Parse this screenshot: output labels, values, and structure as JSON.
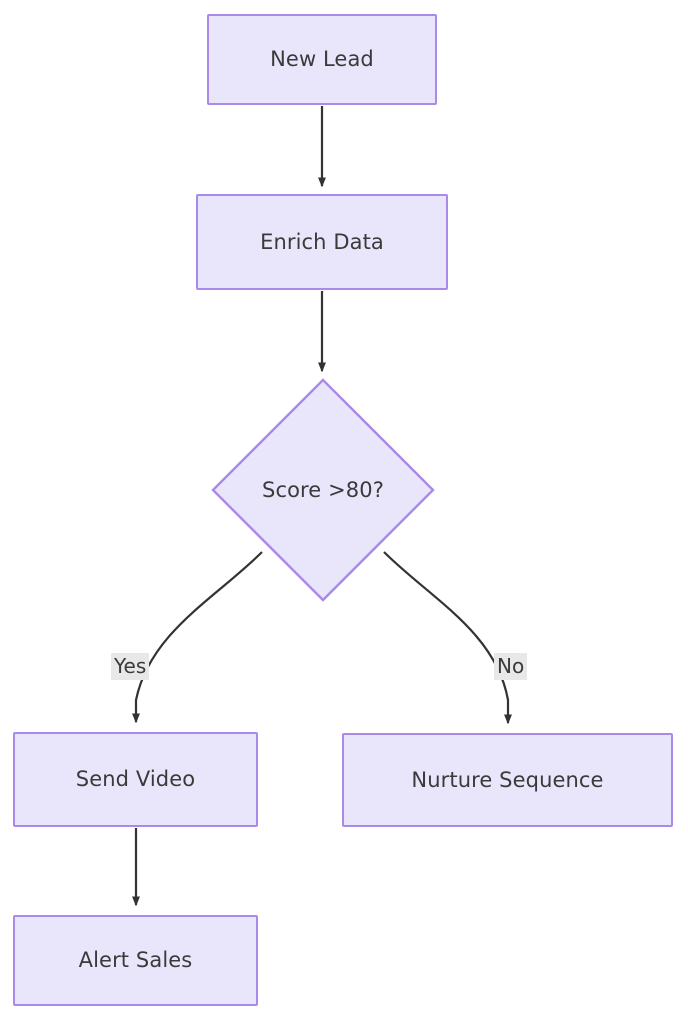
{
  "diagram": {
    "type": "flowchart",
    "direction": "top-down",
    "title": "",
    "background_color": "#ffffff",
    "node_fill_color": "#e9e6fb",
    "node_border_color": "#a98ae8",
    "node_text_color": "#3a3a3a",
    "edge_color": "#333333",
    "edge_label_background": "#e8e8e8",
    "nodes": [
      {
        "id": "new-lead",
        "label": "New Lead",
        "shape": "rectangle"
      },
      {
        "id": "enrich-data",
        "label": "Enrich Data",
        "shape": "rectangle"
      },
      {
        "id": "score-check",
        "label": "Score >80?",
        "shape": "diamond"
      },
      {
        "id": "send-video",
        "label": "Send Video",
        "shape": "rectangle"
      },
      {
        "id": "nurture-sequence",
        "label": "Nurture Sequence",
        "shape": "rectangle"
      },
      {
        "id": "alert-sales",
        "label": "Alert Sales",
        "shape": "rectangle"
      }
    ],
    "edges": [
      {
        "id": "e1",
        "from": "new-lead",
        "to": "enrich-data",
        "label": ""
      },
      {
        "id": "e2",
        "from": "enrich-data",
        "to": "score-check",
        "label": ""
      },
      {
        "id": "e3",
        "from": "score-check",
        "to": "send-video",
        "label": "Yes"
      },
      {
        "id": "e4",
        "from": "score-check",
        "to": "nurture-sequence",
        "label": "No"
      },
      {
        "id": "e5",
        "from": "send-video",
        "to": "alert-sales",
        "label": ""
      }
    ]
  }
}
